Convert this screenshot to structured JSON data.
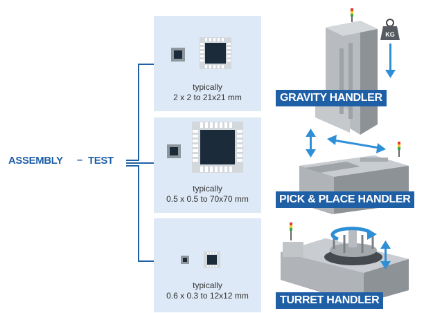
{
  "flow": {
    "assembly": "ASSEMBLY",
    "separator": "–",
    "test": "TEST"
  },
  "categories": [
    {
      "caption_line1": "typically",
      "caption_line2": "2 x 2 to 21x21 mm",
      "handler": "GRAVITY HANDLER"
    },
    {
      "caption_line1": "typically",
      "caption_line2": "0.5 x 0.5 to 70x70 mm",
      "handler": "PICK & PLACE HANDLER"
    },
    {
      "caption_line1": "typically",
      "caption_line2": "0.6 x 0.3 to 12x12 mm",
      "handler": "TURRET HANDLER"
    }
  ],
  "weight_badge": "KG",
  "colors": {
    "accent": "#1f5fa6",
    "arrow": "#2e8fd6",
    "panel": "#dde9f6",
    "machine": "#b8bcc0",
    "machine_dark": "#8d9296"
  },
  "icons": [
    "chip-small-icon",
    "qfn-chip-icon",
    "weight-icon",
    "signal-tower-icon",
    "arrow-icon",
    "rotation-arrow-icon"
  ]
}
